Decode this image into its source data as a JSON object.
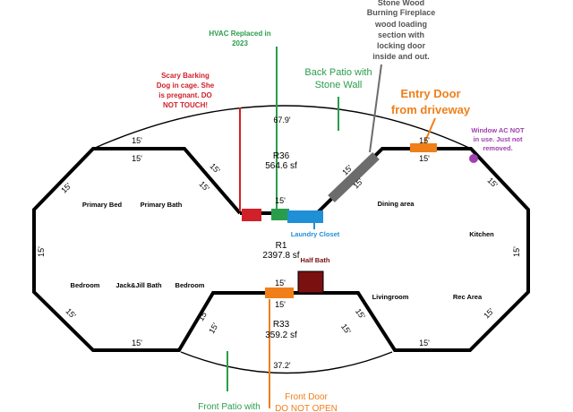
{
  "annotations": {
    "fireplace": [
      "Stone Wood",
      "Burning Fireplace",
      "wood loading",
      "section with",
      "locking door",
      "inside and out."
    ],
    "hvac": [
      "HVAC Replaced in",
      "2023"
    ],
    "patio_back": [
      "Back Patio with",
      "Stone Wall"
    ],
    "dog": [
      "Scary Barking",
      "Dog in cage. She",
      "is pregnant. DO",
      "NOT TOUCH!"
    ],
    "entry": [
      "Entry Door",
      "from driveway"
    ],
    "window_ac": [
      "Window AC NOT",
      "in use. Just not",
      "removed."
    ],
    "laundry": "Laundry Closet",
    "half_bath": "Half Bath",
    "front_patio": "Front Patio with",
    "front_door": [
      "Front Door",
      "DO NOT OPEN"
    ]
  },
  "rooms": {
    "r36_name": "R36",
    "r36_area": "564.6 sf",
    "r1_name": "R1",
    "r1_area": "2397.8 sf",
    "r33_name": "R33",
    "r33_area": "359.2 sf",
    "primary_bed": "Primary Bed",
    "primary_bath": "Primary Bath",
    "dining": "Dining area",
    "kitchen": "Kitchen",
    "bedroom_left": "Bedroom",
    "jack_jill": "Jack&Jill Bath",
    "bedroom_right": "Bedroom",
    "livingroom": "Livingroom",
    "rec_area": "Rec Area"
  },
  "dimensions": {
    "top_arc": "67.9'",
    "bottom_arc": "37.2'",
    "fifteen": "15'"
  },
  "colors": {
    "dog_red": "#d0212a",
    "hvac_green": "#2a9d4b",
    "laundry_blue": "#1f8fd6",
    "entry_orange": "#f07f1a",
    "window_purple": "#a03fb0",
    "fireplace_gray": "#6c6c6c",
    "half_bath": "#7a1010",
    "front_door_orange": "#f07f1a"
  }
}
